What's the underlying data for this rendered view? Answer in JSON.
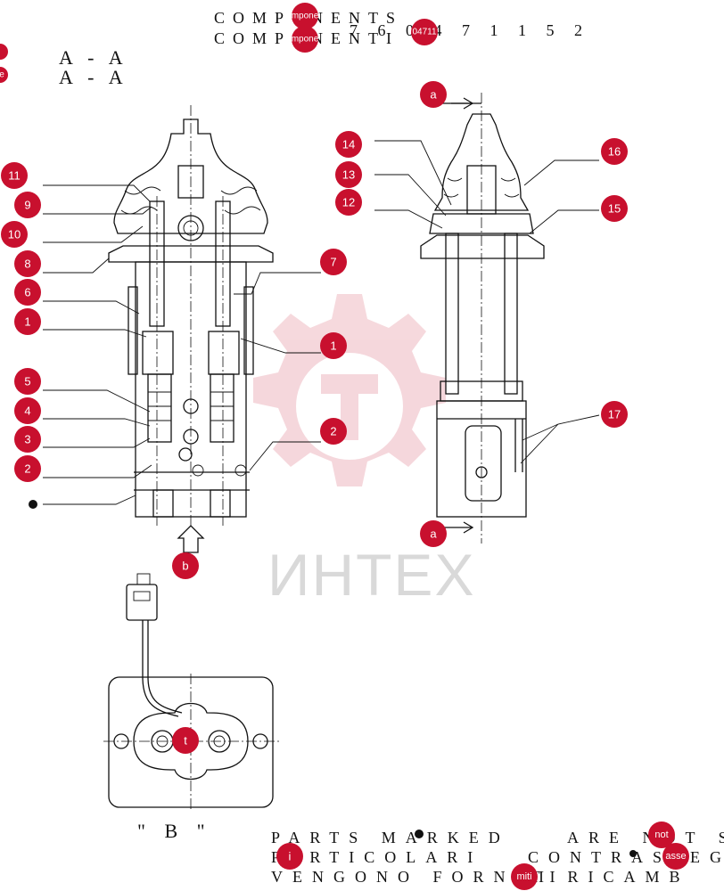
{
  "header": {
    "line1": "COMPONENTS",
    "line2": "COMPONENTI",
    "part_number": "7 6 0 4 7 1 1 5 2"
  },
  "section_labels": [
    "A - A",
    "A - A"
  ],
  "view_label": "\" B \"",
  "notes": {
    "en_left": "PARTS MARKED",
    "en_right": "ARE NOT S",
    "it_left": "PARTICOLARI",
    "it_right": "CONTRASSEGN",
    "it3_left": "VENGONO FORNITI",
    "it3_right": "DI RICAMB"
  },
  "watermark": "ИНТЕХ",
  "brand_color": "#c8102e",
  "callouts": {
    "c1": "1",
    "c2": "2",
    "c3": "3",
    "c4": "4",
    "c5": "5",
    "c6": "6",
    "c7": "7",
    "c8": "8",
    "c9": "9",
    "c10": "10",
    "c11": "11",
    "c12": "12",
    "c13": "13",
    "c14": "14",
    "c15": "15",
    "c16": "16",
    "c17": "17",
    "c1b": "1",
    "c2b": "2",
    "a_top": "a",
    "a_bottom": "a",
    "b": "b",
    "t": "t",
    "hdr_a": "mpone",
    "hdr_b": "mpone",
    "hdr_c": "04711",
    "note_i": "i",
    "note_not": "not",
    "note_asse": "asse",
    "note_miti": "miti",
    "edge_top": "",
    "edge_mid": "e"
  }
}
